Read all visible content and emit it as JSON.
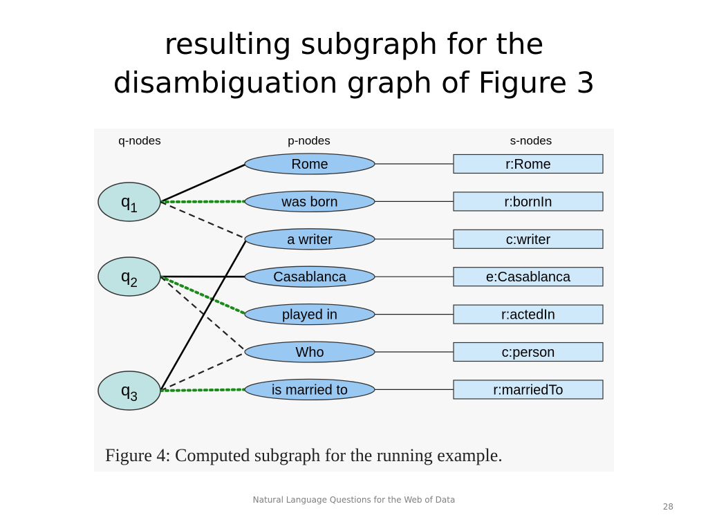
{
  "slide": {
    "title_lines": [
      "resulting subgraph for the",
      "disambiguation graph of Figure 3"
    ],
    "footer": "Natural Language Questions for the Web of Data",
    "page_number": "28"
  },
  "figure": {
    "caption": "Figure 4: Computed subgraph for the running example.",
    "column_headers": {
      "q": "q-nodes",
      "p": "p-nodes",
      "s": "s-nodes"
    },
    "q_nodes": [
      {
        "id": "q1",
        "base": "q",
        "sub": "1"
      },
      {
        "id": "q2",
        "base": "q",
        "sub": "2"
      },
      {
        "id": "q3",
        "base": "q",
        "sub": "3"
      }
    ],
    "p_nodes": [
      {
        "id": "rome",
        "label": "Rome"
      },
      {
        "id": "was-born",
        "label": "was born"
      },
      {
        "id": "a-writer",
        "label": "a writer"
      },
      {
        "id": "casablanca",
        "label": "Casablanca"
      },
      {
        "id": "played-in",
        "label": "played in"
      },
      {
        "id": "who",
        "label": "Who"
      },
      {
        "id": "is-married-to",
        "label": "is married to"
      }
    ],
    "s_nodes": [
      {
        "id": "r-rome",
        "label": "r:Rome"
      },
      {
        "id": "r-bornin",
        "label": "r:bornIn"
      },
      {
        "id": "c-writer",
        "label": "c:writer"
      },
      {
        "id": "e-casablanca",
        "label": "e:Casablanca"
      },
      {
        "id": "r-actedin",
        "label": "r:actedIn"
      },
      {
        "id": "c-person",
        "label": "c:person"
      },
      {
        "id": "r-marriedto",
        "label": "r:marriedTo"
      }
    ],
    "edges": [
      {
        "from": "q1",
        "to": "rome",
        "style": "solid"
      },
      {
        "from": "q1",
        "to": "was-born",
        "style": "dotted-green"
      },
      {
        "from": "q1",
        "to": "a-writer",
        "style": "dashed"
      },
      {
        "from": "q2",
        "to": "casablanca",
        "style": "solid"
      },
      {
        "from": "q2",
        "to": "played-in",
        "style": "dotted-green"
      },
      {
        "from": "q2",
        "to": "who",
        "style": "dashed"
      },
      {
        "from": "q3",
        "to": "a-writer",
        "style": "solid"
      },
      {
        "from": "q3",
        "to": "who",
        "style": "dashed"
      },
      {
        "from": "q3",
        "to": "is-married-to",
        "style": "dotted-green"
      }
    ],
    "colors": {
      "q_fill": "#bfe3e3",
      "p_fill": "#99c9f2",
      "s_fill": "#cfe9fa",
      "line": "#000000",
      "dotted": "#1a8a1a",
      "panel": "#f7f7f7"
    }
  }
}
